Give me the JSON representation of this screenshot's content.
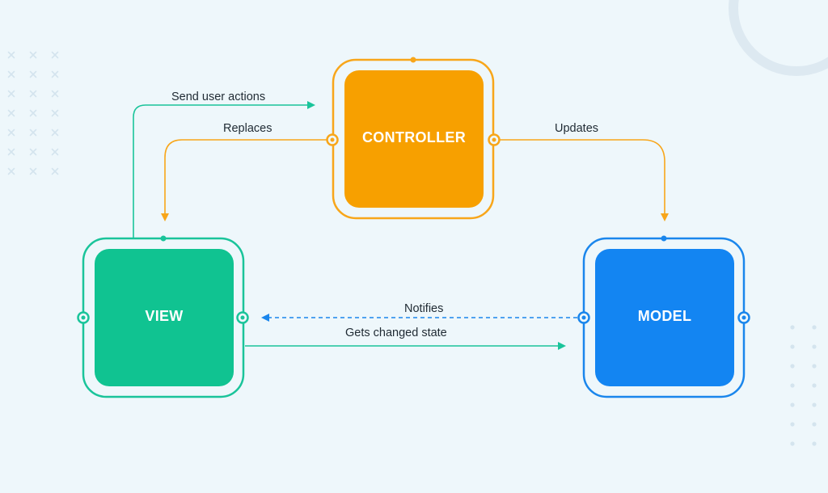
{
  "diagram": {
    "nodes": {
      "controller": {
        "label": "CONTROLLER",
        "color": "#f7a000",
        "ring_color": "#f8a61a"
      },
      "view": {
        "label": "VIEW",
        "color": "#10c391",
        "ring_color": "#1ac49a"
      },
      "model": {
        "label": "MODEL",
        "color": "#1385f2",
        "ring_color": "#1a86ec"
      }
    },
    "edges": {
      "send_user_actions": {
        "label": "Send user actions",
        "from": "VIEW",
        "to": "CONTROLLER",
        "color": "#1ac49a",
        "style": "solid"
      },
      "replaces": {
        "label": "Replaces",
        "from": "CONTROLLER",
        "to": "VIEW",
        "color": "#f8a61a",
        "style": "solid"
      },
      "updates": {
        "label": "Updates",
        "from": "CONTROLLER",
        "to": "MODEL",
        "color": "#f8a61a",
        "style": "solid"
      },
      "notifies": {
        "label": "Notifies",
        "from": "MODEL",
        "to": "VIEW",
        "color": "#1a86ec",
        "style": "dashed"
      },
      "gets_changed_state": {
        "label": "Gets changed state",
        "from": "VIEW",
        "to": "MODEL",
        "color": "#1ac49a",
        "style": "solid"
      }
    }
  },
  "decorations": {
    "cross_grid_icon": "x-pattern",
    "dot_grid_icon": "dot-pattern",
    "ring_icon": "circle-outline",
    "decor_color": "#d4e4ee"
  }
}
